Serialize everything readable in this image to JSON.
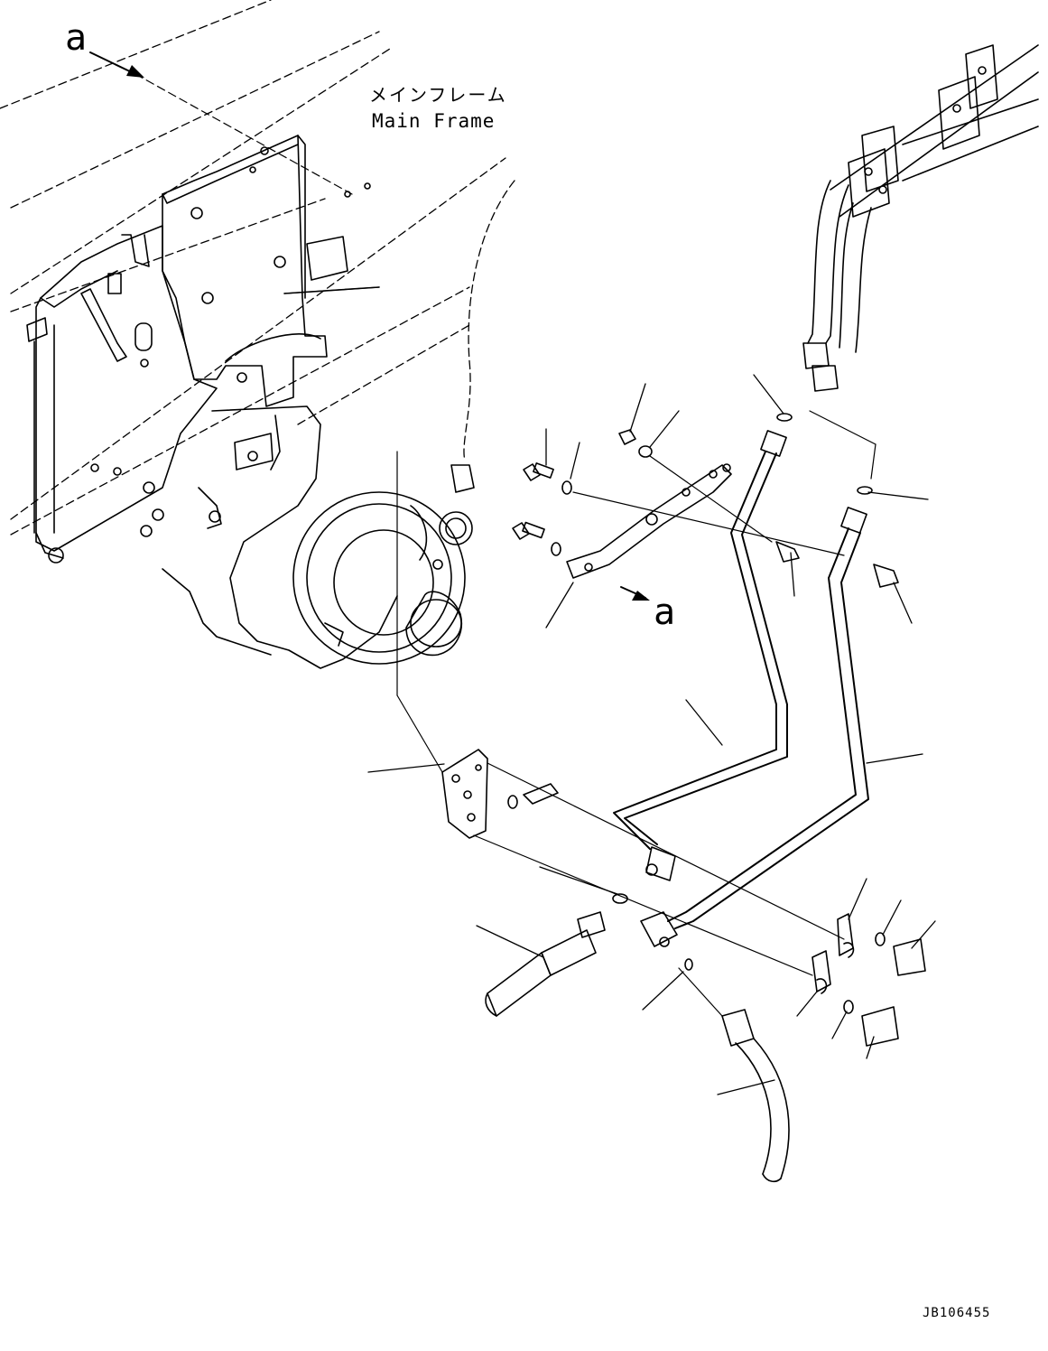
{
  "labels": {
    "view_marker_top": "a",
    "view_marker_mid": "a",
    "main_frame_jp": "メインフレーム",
    "main_frame_en": "Main Frame",
    "drawing_code": "JB106455"
  },
  "colors": {
    "line": "#000000",
    "background": "#ffffff"
  }
}
